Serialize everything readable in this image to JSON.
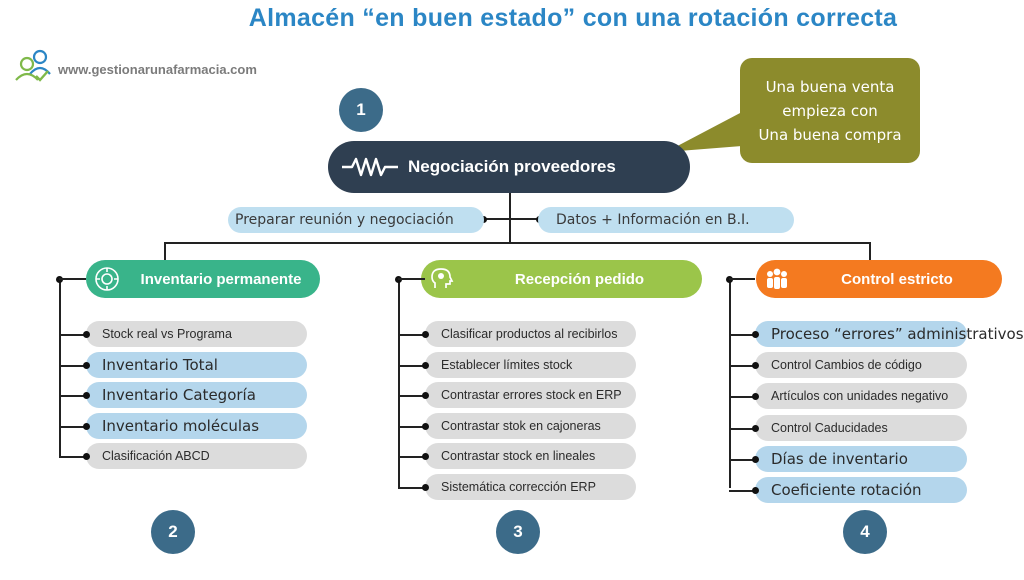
{
  "title": "Almacén “en buen estado” con una rotación correcta",
  "website": "www.gestionarunafarmacia.com",
  "callout": [
    "Una buena venta",
    "empieza con",
    "Una buena compra"
  ],
  "main": {
    "number": "1",
    "label": "Negociación proveedores"
  },
  "sub_items": [
    "Preparar reunión y negociación",
    "Datos + Información en B.I."
  ],
  "colors": {
    "title": "#2b86c5",
    "main": "#2f3f51",
    "callout": "#8c8b2c",
    "green": "#39b48a",
    "lime": "#9bc54a",
    "orange": "#f47a20",
    "steel": "#3c6b89"
  },
  "columns": [
    {
      "number": "2",
      "heading": "Inventario permanente",
      "icon": "brain-gear-icon",
      "items": [
        {
          "label": "Stock real  vs  Programa",
          "style": "grey"
        },
        {
          "label": "Inventario Total",
          "style": "blue"
        },
        {
          "label": "Inventario Categoría",
          "style": "blue"
        },
        {
          "label": "Inventario moléculas",
          "style": "blue"
        },
        {
          "label": "Clasificación ABCD",
          "style": "grey"
        }
      ]
    },
    {
      "number": "3",
      "heading": "Recepción pedido",
      "icon": "head-brain-icon",
      "items": [
        {
          "label": "Clasificar productos al recibirlos",
          "style": "grey"
        },
        {
          "label": "Establecer límites stock",
          "style": "grey"
        },
        {
          "label": "Contrastar errores stock en ERP",
          "style": "grey"
        },
        {
          "label": "Contrastar stok en cajoneras",
          "style": "grey"
        },
        {
          "label": "Contrastar stock  en lineales",
          "style": "grey"
        },
        {
          "label": "Sistemática corrección ERP",
          "style": "grey"
        }
      ]
    },
    {
      "number": "4",
      "heading": "Control estricto",
      "icon": "people-group-icon",
      "items": [
        {
          "label": "Proceso “errores” administrativos",
          "style": "blue"
        },
        {
          "label": "Control Cambios de código",
          "style": "grey"
        },
        {
          "label": "Artículos con unidades negativo",
          "style": "grey"
        },
        {
          "label": "Control Caducidades",
          "style": "grey"
        },
        {
          "label": "Días de inventario",
          "style": "blue"
        },
        {
          "label": "Coeficiente rotación",
          "style": "blue"
        }
      ]
    }
  ]
}
